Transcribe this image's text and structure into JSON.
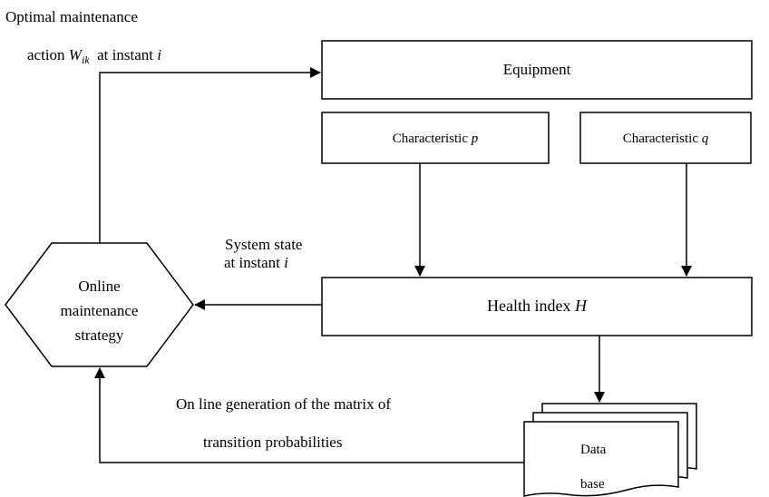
{
  "diagram": {
    "equipment": {
      "label": "Equipment"
    },
    "characteristic_p": {
      "text": "Characteristic ",
      "var": "p"
    },
    "characteristic_q": {
      "text": "Characteristic ",
      "var": "q"
    },
    "health_index": {
      "text": "Health index ",
      "var": "H"
    },
    "strategy": {
      "line1": "Online",
      "line2": "maintenance",
      "line3": "strategy"
    },
    "database": {
      "line1": "Data",
      "line2": "base"
    },
    "optimal_action": {
      "line1": "Optimal maintenance",
      "line2_prefix": "action ",
      "var": "W",
      "sub": "ik",
      "line2_mid": "  at instant ",
      "var2": "i"
    },
    "system_state": {
      "line1": "System state",
      "line2_prefix": "at instant ",
      "var": "i"
    },
    "generation": {
      "line1": "On line generation of the matrix of",
      "line2": "transition probabilities"
    }
  }
}
